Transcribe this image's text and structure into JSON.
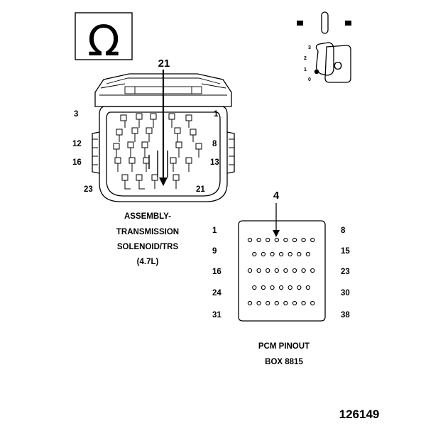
{
  "ground_symbol": {
    "glyph": "Ω"
  },
  "connector": {
    "callout": "21",
    "pin_labels": {
      "top_left": "3",
      "top_right": "1",
      "mid_left": "12",
      "mid_right": "8",
      "lower_left": "16",
      "lower_right": "13",
      "bottom_left": "23",
      "bottom_right": "21"
    },
    "caption": [
      "ASSEMBLY-",
      "TRANSMISSION",
      "SOLENOID/TRS",
      "(4.7L)"
    ]
  },
  "ignition": {
    "positions": [
      "3",
      "2",
      "1",
      "0"
    ],
    "selected_position": "1",
    "key_letter": "O"
  },
  "pcm": {
    "callout": "4",
    "rows": [
      {
        "left": "1",
        "right": "8",
        "pins": 8
      },
      {
        "left": "9",
        "right": "15",
        "pins": 7
      },
      {
        "left": "16",
        "right": "23",
        "pins": 8
      },
      {
        "left": "24",
        "right": "30",
        "pins": 7
      },
      {
        "left": "31",
        "right": "38",
        "pins": 8
      }
    ],
    "caption": [
      "PCM PINOUT",
      "BOX 8815"
    ]
  },
  "figure_id": "126149"
}
